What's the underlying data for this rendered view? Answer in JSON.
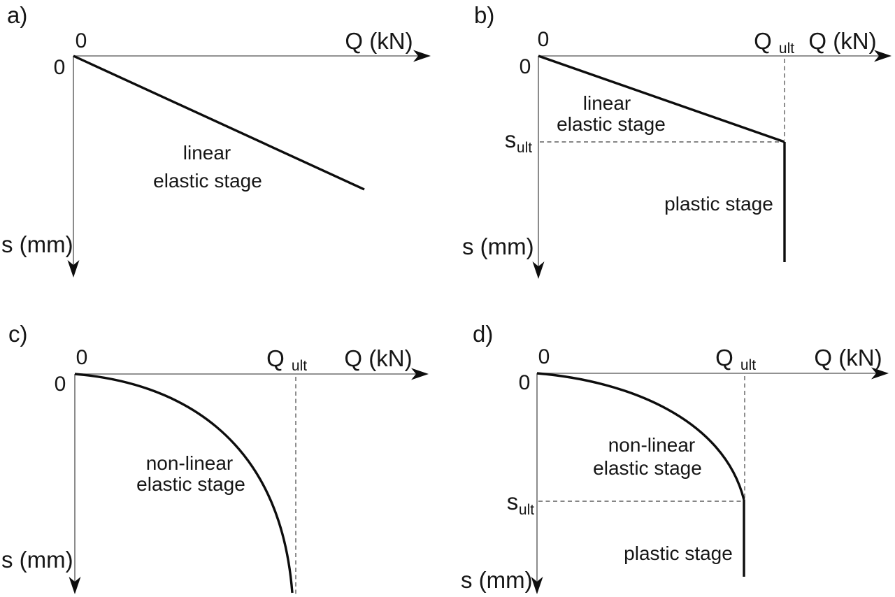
{
  "axes": {
    "x_label": "Q (kN)",
    "y_label": "s (mm)",
    "zero": "0",
    "q_symbol": "Q",
    "s_symbol": "s",
    "ult_subscript": "ult"
  },
  "panels": [
    {
      "label": "a)",
      "elastic1": "linear",
      "elastic2": "elastic stage"
    },
    {
      "label": "b)",
      "elastic1": "linear",
      "elastic2": "elastic stage",
      "plastic": "plastic stage"
    },
    {
      "label": "c)",
      "elastic1": "non-linear",
      "elastic2": "elastic stage"
    },
    {
      "label": "d)",
      "elastic1": "non-linear",
      "elastic2": "elastic stage",
      "plastic": "plastic stage"
    }
  ],
  "colors": {
    "curve": "#0d0d0d",
    "axis": "#6e6e6e",
    "text": "#161616"
  },
  "diagram": {
    "type": "load-settlement curve sketches",
    "x_axis_quantity": "applied load Q in kN, increasing rightward",
    "y_axis_quantity": "settlement s in mm, increasing downward",
    "panel_curves": [
      "a: straight inclined line from origin (linear elastic stage only)",
      "b: straight inclined line from origin to (Q ult, s ult), then vertical line downward (plastic stage)",
      "c: non-linear curve from origin asymptotic to vertical dashed line at Q ult",
      "d: non-linear curve from origin to (Q ult, s ult), then vertical line downward (plastic stage)"
    ]
  }
}
